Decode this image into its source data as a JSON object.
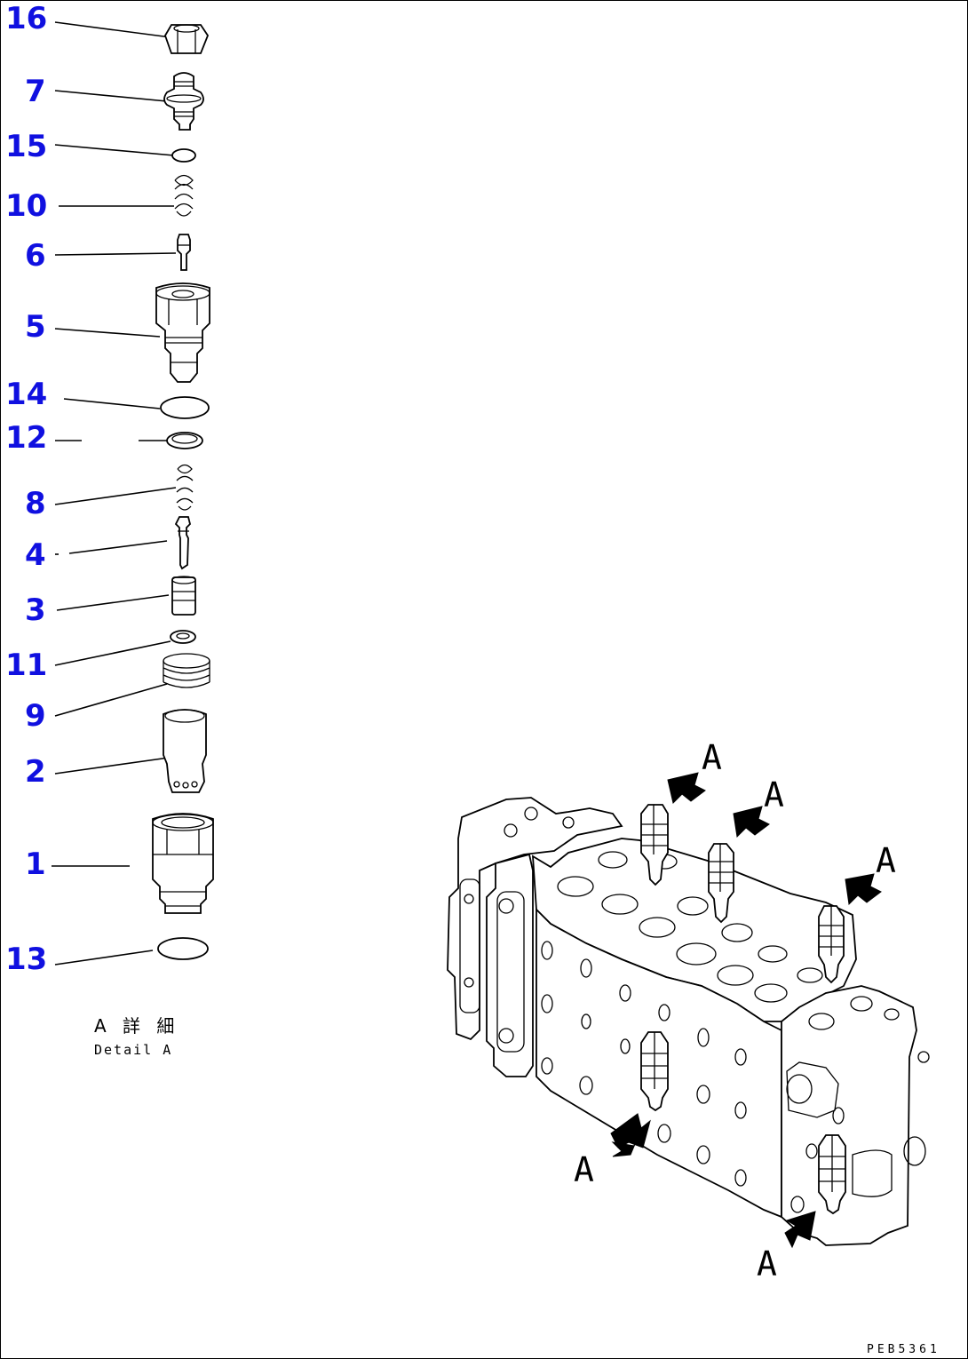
{
  "diagram": {
    "callouts": [
      "16",
      "7",
      "15",
      "10",
      "6",
      "5",
      "14",
      "12",
      "8",
      "4",
      "3",
      "11",
      "9",
      "2",
      "1",
      "13"
    ],
    "caption_japanese": "A 詳 細",
    "caption_english": "Detail A",
    "view_marker": "A",
    "drawing_code": "PEB5361"
  },
  "colors": {
    "callout_blue": "#1010e0",
    "line_black": "#000000",
    "background": "#ffffff"
  }
}
